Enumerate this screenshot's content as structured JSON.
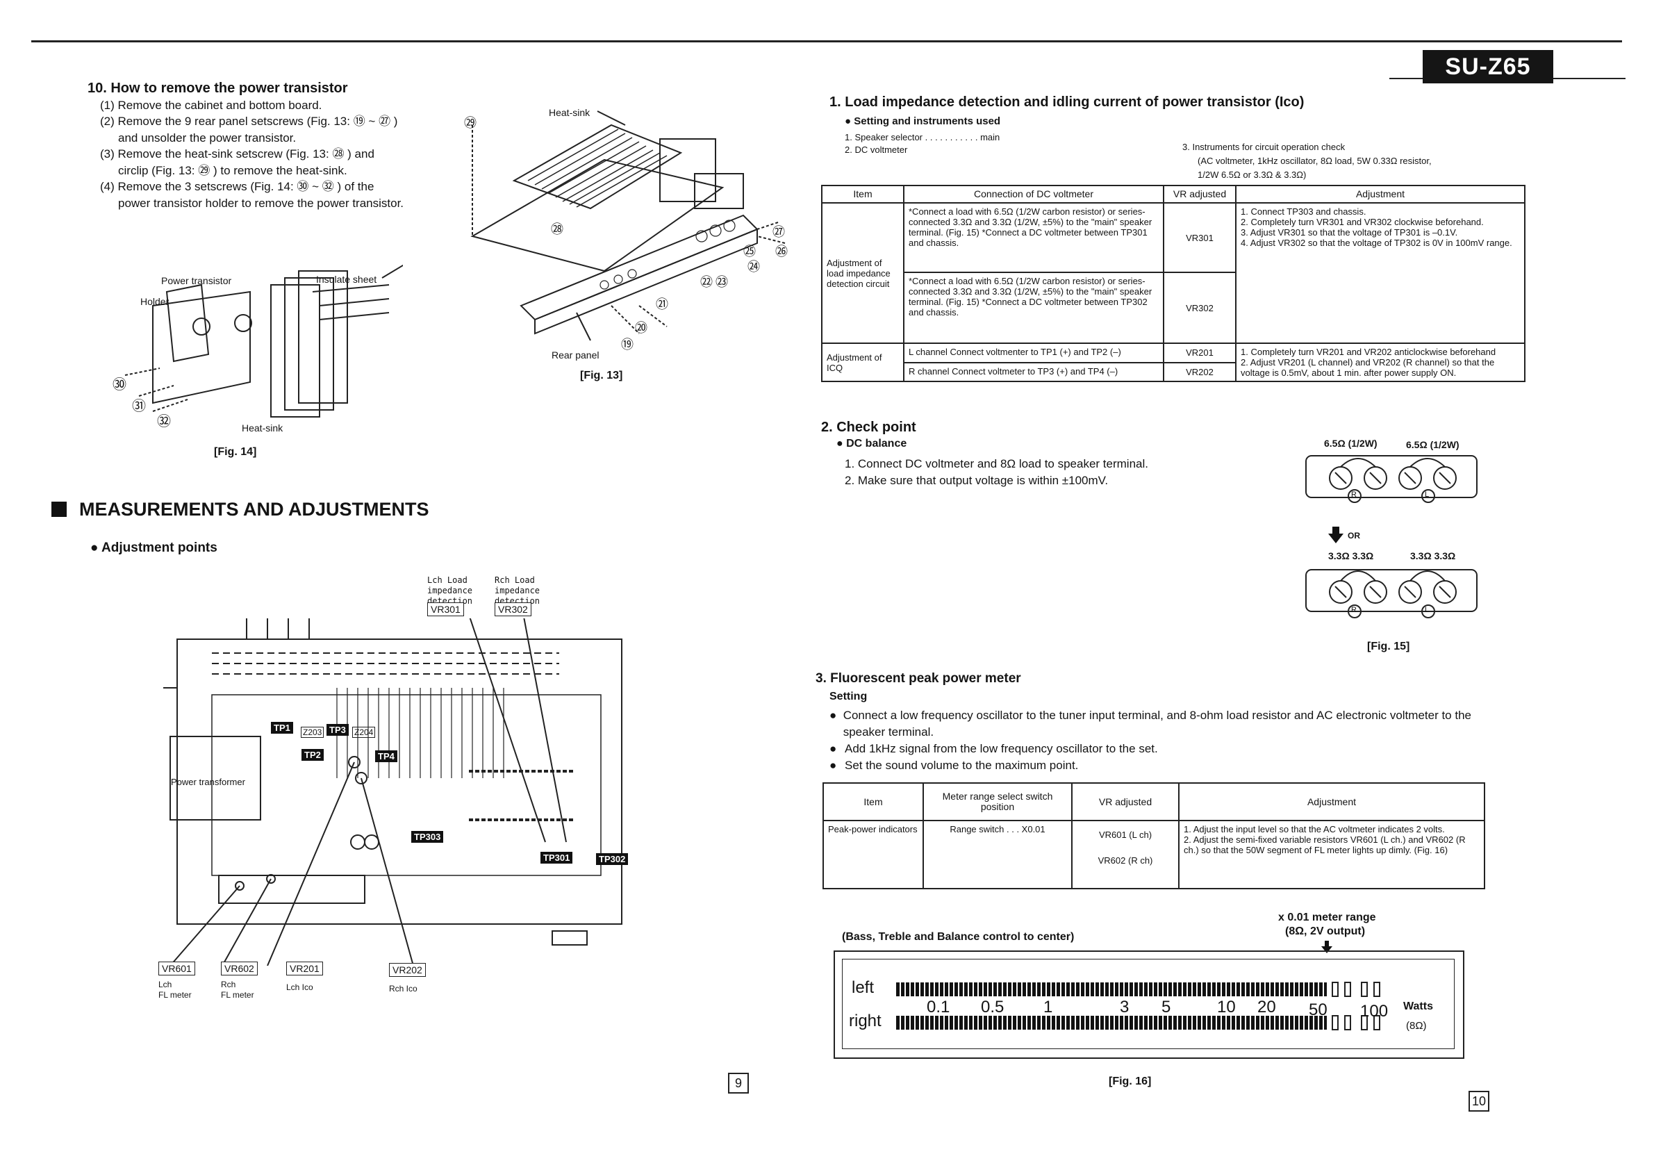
{
  "header": {
    "model": "SU-Z65"
  },
  "section10": {
    "title": "10. How to remove the power transistor",
    "steps": [
      "(1) Remove the cabinet and bottom board.",
      "(2) Remove the 9 rear panel setscrews (Fig. 13: ⑲ ~ ㉗ )",
      "and unsolder the power transistor.",
      "(3) Remove the heat-sink setscrew (Fig. 13: ㉘ ) and",
      "circlip (Fig. 13: ㉙ ) to remove the heat-sink.",
      "(4) Remove the 3 setscrews (Fig. 14: ㉚ ~ ㉜ ) of the",
      "power transistor holder to remove the power transistor."
    ]
  },
  "fig13": {
    "caption": "[Fig. 13]",
    "labels": {
      "heat_sink": "Heat-sink",
      "rear_panel": "Rear panel"
    },
    "callouts": [
      "㉙",
      "㉘",
      "㉗",
      "㉖",
      "㉕",
      "㉔",
      "㉓",
      "㉒",
      "㉑",
      "⑳",
      "⑲"
    ]
  },
  "fig14": {
    "caption": "[Fig. 14]",
    "labels": {
      "power_transistor": "Power transistor",
      "insulate_sheet": "Insulate sheet",
      "holder": "Holder",
      "heat_sink": "Heat-sink"
    },
    "callouts": [
      "㉚",
      "㉛",
      "㉜"
    ]
  },
  "measurements": {
    "title": "MEASUREMENTS AND ADJUSTMENTS",
    "adjustment_points": "● Adjustment points"
  },
  "board": {
    "top_labels": [
      {
        "lines": [
          "Lch Load",
          "impedance",
          "detection"
        ],
        "box": "VR301"
      },
      {
        "lines": [
          "Rch Load",
          "impedance",
          "detection"
        ],
        "box": "VR302"
      }
    ],
    "power_transformer": "Power transformer",
    "test_points": [
      "TP1",
      "TP3",
      "TP2",
      "TP4",
      "TP303",
      "TP301",
      "TP302"
    ],
    "zeners": [
      "Z203",
      "Z204"
    ],
    "bottom_labels": [
      {
        "box": "VR601",
        "lines": [
          "Lch",
          "FL meter"
        ]
      },
      {
        "box": "VR602",
        "lines": [
          "Rch",
          "FL meter"
        ]
      },
      {
        "box": "VR201",
        "lines": [
          "Lch Ico"
        ]
      },
      {
        "box": "VR202",
        "lines": [
          "Rch Ico"
        ]
      }
    ]
  },
  "page_numbers": {
    "left": "9",
    "right": "10"
  },
  "load_section": {
    "title": "1. Load impedance detection and idling current of power transistor (Ico)",
    "subtitle": "● Setting and instruments used",
    "instruments": [
      "1. Speaker selector . . . . . . . . . . . main",
      "2. DC voltmeter"
    ],
    "instrument3": [
      "3. Instruments for circuit operation check",
      "(AC voltmeter, 1kHz oscillator, 8Ω load, 5W 0.33Ω resistor,",
      "1/2W 6.5Ω or 3.3Ω & 3.3Ω)"
    ]
  },
  "table1": {
    "headers": [
      "Item",
      "Connection of DC voltmeter",
      "VR adjusted",
      "Adjustment"
    ],
    "rows": [
      {
        "item": "Adjustment of load impedance detection circuit",
        "conn1": "*Connect a load with 6.5Ω (1/2W carbon resistor) or series-connected 3.3Ω and 3.3Ω (1/2W, ±5%) to the \"main\" speaker terminal. (Fig. 15) *Connect a DC voltmeter between TP301 and chassis.",
        "vr1": "VR301",
        "conn2": "*Connect a load with 6.5Ω (1/2W carbon resistor) or series-connected 3.3Ω and 3.3Ω (1/2W, ±5%) to the \"main\" speaker terminal. (Fig. 15) *Connect a DC voltmeter between TP302 and chassis.",
        "vr2": "VR302",
        "adj": [
          "1. Connect TP303 and chassis.",
          "2. Completely turn VR301 and VR302 clockwise beforehand.",
          "3. Adjust VR301 so that the voltage of TP301 is –0.1V.",
          "4. Adjust VR302 so that the voltage of TP302 is 0V in 100mV range."
        ]
      },
      {
        "item": "Adjustment of ICQ",
        "conn1": "L channel Connect voltmenter to TP1 (+) and TP2 (–)",
        "vr1": "VR201",
        "conn2": "R channel Connect voltmeter to TP3 (+) and TP4 (–)",
        "vr2": "VR202",
        "adj": [
          "1. Completely turn VR201 and VR202 anticlockwise beforehand",
          "2. Adjust VR201 (L channel) and VR202 (R channel) so that the voltage is 0.5mV, about 1 min. after power supply ON."
        ]
      }
    ]
  },
  "check_point": {
    "title": "2. Check point",
    "sub": "● DC balance",
    "lines": [
      "1. Connect DC voltmeter and 8Ω load to speaker terminal.",
      "2. Make sure that output voltage is within ±100mV."
    ]
  },
  "fig15": {
    "caption": "[Fig. 15]",
    "top_labels": [
      "6.5Ω (1/2W)",
      "6.5Ω (1/2W)"
    ],
    "or": "OR",
    "bottom_labels": [
      "3.3Ω 3.3Ω",
      "3.3Ω 3.3Ω"
    ],
    "channel_marks": [
      "R",
      "L",
      "R",
      "L"
    ]
  },
  "fluor": {
    "title": "3. Fluorescent peak power meter",
    "setting": "Setting",
    "bullets": [
      "Connect a low frequency oscillator to the tuner input terminal, and 8-ohm load resistor and AC electronic voltmeter to the speaker terminal.",
      "Add 1kHz signal from the low frequency oscillator to the set.",
      "Set the sound volume to the maximum point."
    ]
  },
  "table2": {
    "headers": [
      "Item",
      "Meter range select switch position",
      "VR adjusted",
      "Adjustment"
    ],
    "row": {
      "item": "Peak-power indicators",
      "switch": "Range switch . . . X0.01",
      "vr": [
        "VR601 (L ch)",
        "VR602 (R ch)"
      ],
      "adj": [
        "1. Adjust the input level so that the AC voltmeter indicates 2 volts.",
        "2. Adjust the semi-fixed variable resistors VR601 (L ch.) and VR602 (R ch.) so that the 50W segment of FL meter lights up dimly. (Fig. 16)"
      ]
    }
  },
  "fig16": {
    "caption": "[Fig. 16]",
    "note": "(Bass, Treble and Balance control to center)",
    "range": [
      "x 0.01 meter range",
      "(8Ω, 2V output)"
    ],
    "row_labels": [
      "left",
      "right"
    ],
    "scale": [
      "0.1",
      "0.5",
      "1",
      "3",
      "5",
      "10",
      "20",
      "50",
      "100"
    ],
    "unit": [
      "Watts",
      "(8Ω)"
    ]
  }
}
